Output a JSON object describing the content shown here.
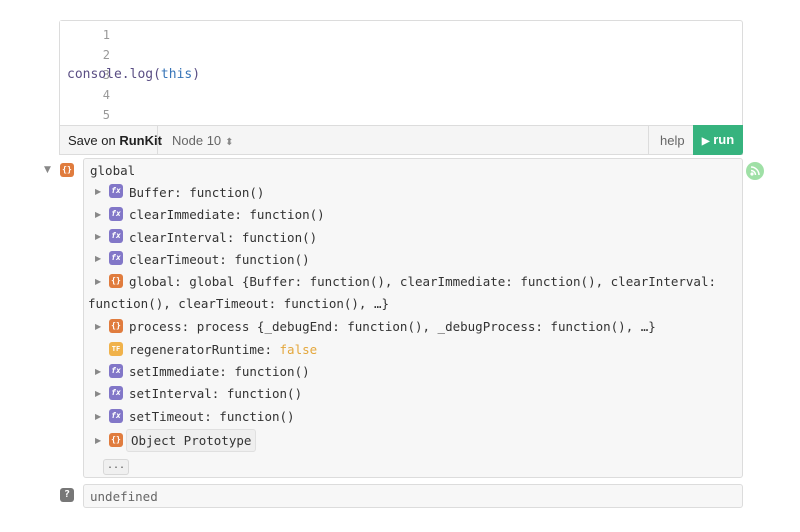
{
  "editor": {
    "line_numbers": [
      "1",
      "2",
      "3",
      "4",
      "5"
    ],
    "code": {
      "prefix": "console.log(",
      "keyword": "this",
      "suffix": ")"
    }
  },
  "toolbar": {
    "save_prefix": "Save on ",
    "save_brand": "RunKit",
    "runtime": "Node 10",
    "runtime_arrows": "⬍",
    "help": "help",
    "run_icon": "▶",
    "run": "run"
  },
  "output": {
    "root_label": "global",
    "rows": [
      {
        "badge": "fx",
        "text": "Buffer: function()"
      },
      {
        "badge": "fx",
        "text": "clearImmediate: function()"
      },
      {
        "badge": "fx",
        "text": "clearInterval: function()"
      },
      {
        "badge": "fx",
        "text": "clearTimeout: function()"
      },
      {
        "badge": "{}",
        "text": "global: global {Buffer: function(), clearImmediate: function(), clearInterval:",
        "wrap": "function(), clearTimeout: function(), …}"
      },
      {
        "badge": "{}",
        "text": "process: process {_debugEnd: function(), _debugProcess: function(), …}"
      },
      {
        "badge": "TF",
        "key": "regeneratorRuntime: ",
        "value": "false"
      },
      {
        "badge": "fx",
        "text": "setImmediate: function()"
      },
      {
        "badge": "fx",
        "text": "setInterval: function()"
      },
      {
        "badge": "fx",
        "text": "setTimeout: function()"
      }
    ],
    "prototype_label": "Object Prototype",
    "more": "...",
    "result_badge": "?",
    "result": "undefined"
  },
  "icons": {
    "root_badge": "{}",
    "feed": "rss-icon"
  },
  "colors": {
    "run_button": "#36b37e",
    "object_badge": "#e07c3e",
    "function_badge": "#8277c8",
    "boolean_badge": "#f0b24b",
    "false_value": "#e4a73c"
  }
}
